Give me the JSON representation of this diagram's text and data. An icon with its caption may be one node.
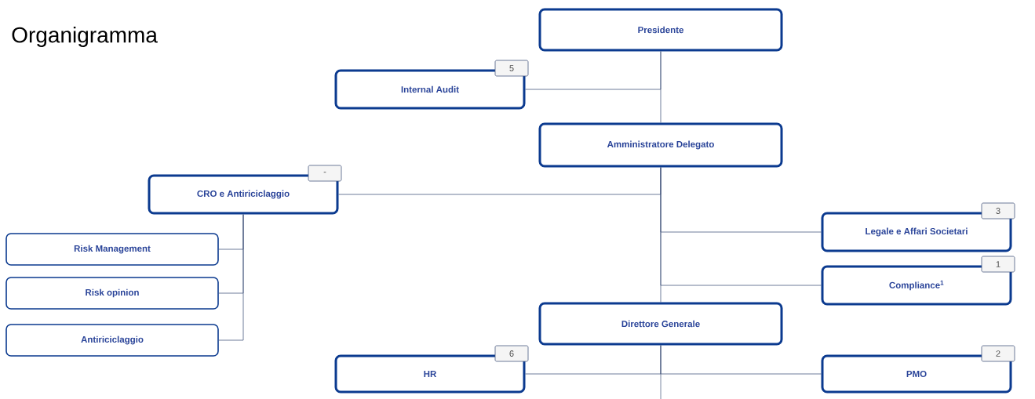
{
  "diagram": {
    "title": "Organigramma",
    "nodes": [
      {
        "text": [
          "Presidente"
        ]
      },
      {
        "text": [
          "Internal Audit"
        ],
        "beside": [
          "5"
        ]
      },
      {
        "text": [
          "Amministratore Delegato"
        ]
      },
      {
        "text": [
          "CRO e Antiriciclaggio"
        ],
        "beside": [
          "-"
        ]
      },
      {
        "text": [
          "Risk Management"
        ]
      },
      {
        "text": [
          "Risk opinion"
        ]
      },
      {
        "text": [
          "Antiriciclaggio"
        ]
      },
      {
        "text": [
          "Legale e Affari Societari"
        ],
        "beside": [
          "3"
        ]
      },
      {
        "text": [
          "Compliance$^{1}$"
        ],
        "beside": [
          "1"
        ]
      },
      {
        "text": [
          "Direttore Generale"
        ]
      },
      {
        "text": [
          "HR"
        ],
        "beside": [
          "6"
        ]
      },
      {
        "text": [
          "PMO"
        ],
        "beside": [
          "2"
        ]
      }
    ],
    "edges": [
      {
        "from": 0,
        "to": 1,
        "arrow": "none"
      },
      {
        "from": 0,
        "to": 2,
        "arrow": "none"
      },
      {
        "from": 2,
        "to": 3,
        "arrow": "none"
      },
      {
        "from": 3,
        "to": 4,
        "arrow": "none"
      },
      {
        "from": 3,
        "to": 5,
        "arrow": "none"
      },
      {
        "from": 3,
        "to": 6,
        "arrow": "none"
      },
      {
        "from": 2,
        "to": 7,
        "arrow": "none"
      },
      {
        "from": 2,
        "to": 8,
        "arrow": "none"
      },
      {
        "from": 2,
        "to": 9,
        "arrow": "none"
      },
      {
        "from": 9,
        "to": 10,
        "arrow": "none"
      },
      {
        "from": 9,
        "to": 11,
        "arrow": "none"
      },
      {
        "from": 9,
        "to": null,
        "arrow": "none"
      }
    ]
  }
}
